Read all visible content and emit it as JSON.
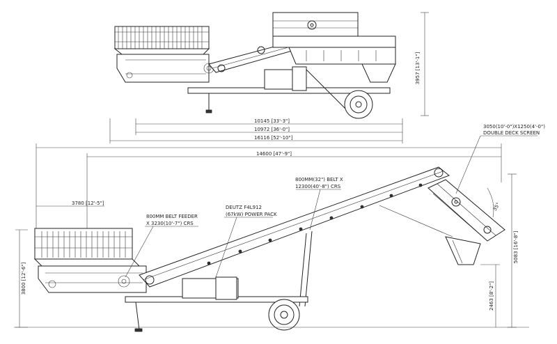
{
  "top_view": {
    "dim_length_1": "10145  [33'-3\"]",
    "dim_length_2": "10972  [36'-0\"]",
    "dim_length_3": "16116  [52'-10\"]",
    "dim_height": "3957  [13'-1\"]"
  },
  "main_view": {
    "dim_overall": "14600  [47'-9\"]",
    "dim_feeder_length": "3780  [12'-5\"]",
    "dim_hopper_height": "3800  [12'-6\"]",
    "dim_total_height": "5083  [16'-8\"]",
    "dim_discharge_height": "2463  [8'-2\"]",
    "dim_angle": "35°",
    "label_screen_line1": "3050(10'-0\")X1250(4'-0\")",
    "label_screen_line2": "DOUBLE DECK SCREEN",
    "label_belt_line1": "800MM(32\") BELT X",
    "label_belt_line2": "12300(40'-8\") CRS",
    "label_power_line1": "DEUTZ F4L912",
    "label_power_line2": "(67kW) POWER PACK",
    "label_feeder_line1": "800MM BELT FEEDER",
    "label_feeder_line2": "X 3230(10'-7\") CRS"
  }
}
